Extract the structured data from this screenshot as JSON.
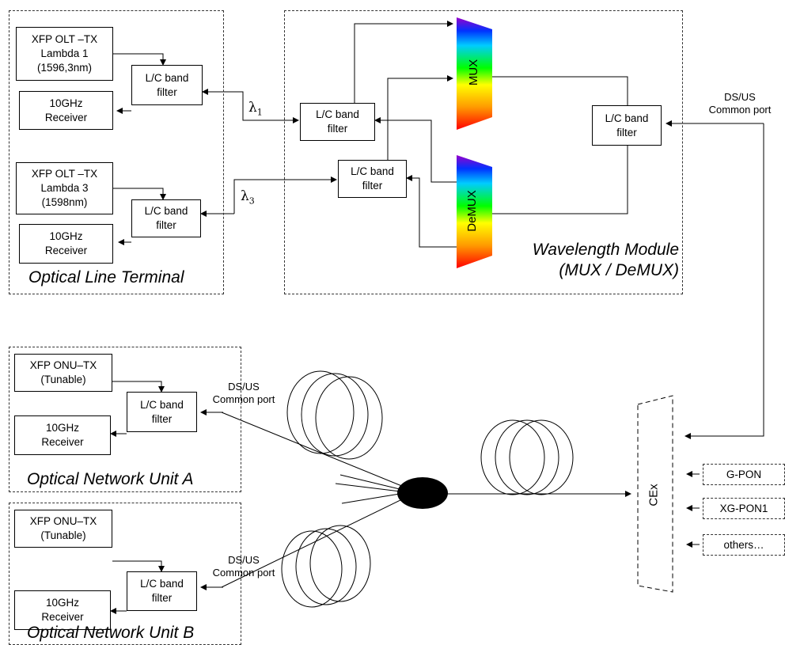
{
  "olt": {
    "title": "Optical Line Terminal",
    "tx1": "XFP OLT –TX\nLambda 1\n(1596,3nm)",
    "filter1": "L/C band\nfilter",
    "rx1": "10GHz\nReceiver",
    "tx3": "XFP OLT –TX\nLambda 3\n(1598nm)",
    "filter3": "L/C band\nfilter",
    "rx3": "10GHz\nReceiver"
  },
  "wavelength_module": {
    "title": "Wavelength Module\n(MUX / DeMUX)",
    "mux": "MUX",
    "demux": "DeMUX",
    "filter_a": "L/C band\nfilter",
    "filter_b": "L/C band\nfilter",
    "filter_common": "L/C band\nfilter",
    "common_port": "DS/US\nCommon port"
  },
  "lambdas": {
    "l1_sym": "λ",
    "l1_sub": "1",
    "l3_sym": "λ",
    "l3_sub": "3"
  },
  "onu_a": {
    "title": "Optical Network Unit  A",
    "tx": "XFP ONU–TX\n(Tunable)",
    "filter": "L/C band\nfilter",
    "rx": "10GHz\nReceiver",
    "port": "DS/US\nCommon port"
  },
  "onu_b": {
    "title": "Optical Network Unit B",
    "tx": "XFP ONU–TX\n(Tunable)",
    "filter": "L/C band\nfilter",
    "rx": "10GHz\nReceiver",
    "port": "DS/US\nCommon port"
  },
  "cex": {
    "label": "CEx"
  },
  "pons": [
    "G-PON",
    "XG-PON1",
    "others…"
  ]
}
